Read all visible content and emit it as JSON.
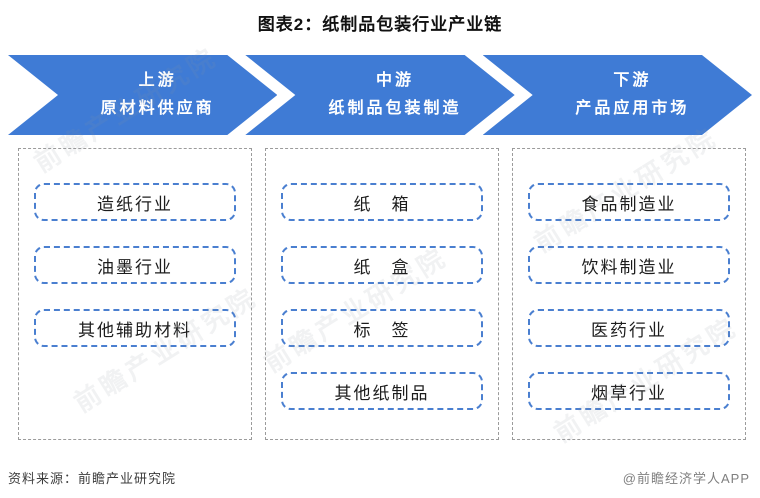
{
  "title": "图表2：纸制品包装行业产业链",
  "colors": {
    "arrow_blue": "#3f7bd5",
    "box_border": "#4a7fd0",
    "container_border": "#9b9b9b"
  },
  "chain": [
    {
      "stage": "上游",
      "subtitle": "原材料供应商",
      "items": [
        "造纸行业",
        "油墨行业",
        "其他辅助材料"
      ]
    },
    {
      "stage": "中游",
      "subtitle": "纸制品包装制造",
      "items": [
        "纸　箱",
        "纸　盒",
        "标　签",
        "其他纸制品"
      ]
    },
    {
      "stage": "下游",
      "subtitle": "产品应用市场",
      "items": [
        "食品制造业",
        "饮料制造业",
        "医药行业",
        "烟草行业"
      ]
    }
  ],
  "footer": {
    "source": "资料来源：前瞻产业研究院",
    "brand": "@前瞻经济学人APP"
  },
  "watermark": "前瞻产业研究院"
}
